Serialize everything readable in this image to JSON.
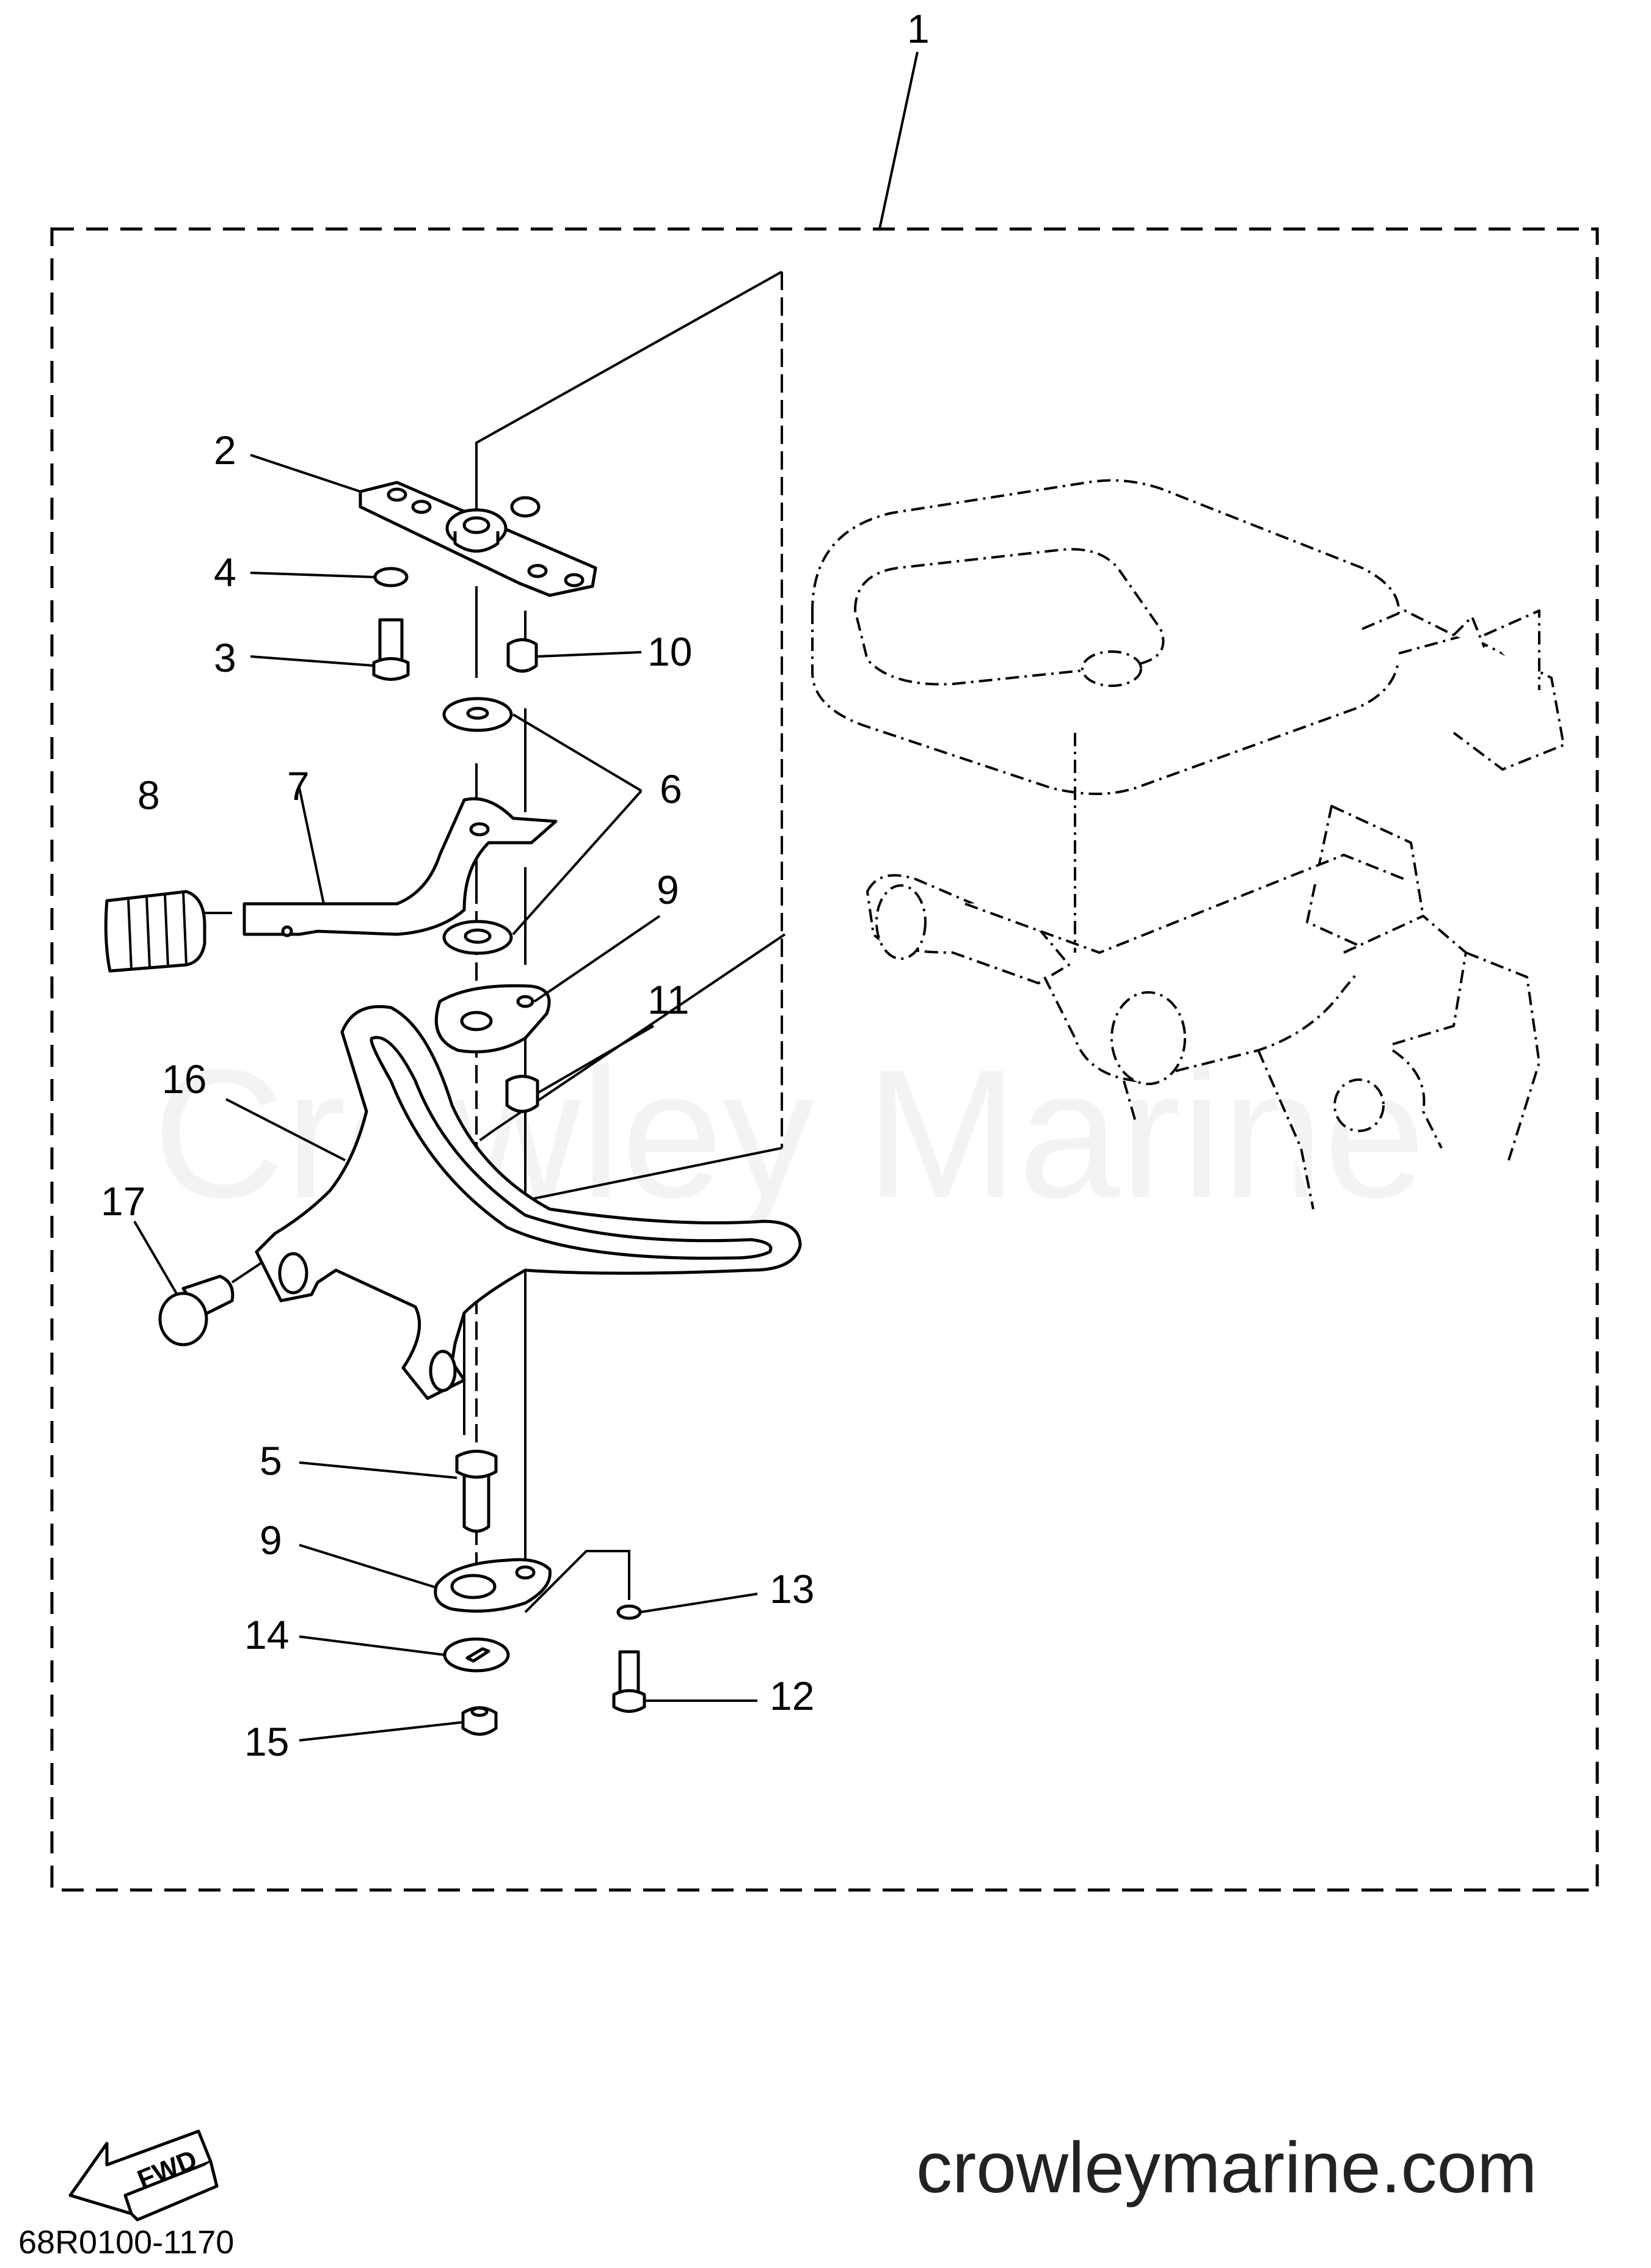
{
  "assembly_number": "1",
  "callouts": [
    {
      "id": "2",
      "text": "2"
    },
    {
      "id": "3",
      "text": "3"
    },
    {
      "id": "4",
      "text": "4"
    },
    {
      "id": "5",
      "text": "5"
    },
    {
      "id": "6",
      "text": "6"
    },
    {
      "id": "7",
      "text": "7"
    },
    {
      "id": "8",
      "text": "8"
    },
    {
      "id": "9a",
      "text": "9"
    },
    {
      "id": "9b",
      "text": "9"
    },
    {
      "id": "10",
      "text": "10"
    },
    {
      "id": "11",
      "text": "11"
    },
    {
      "id": "12",
      "text": "12"
    },
    {
      "id": "13",
      "text": "13"
    },
    {
      "id": "14",
      "text": "14"
    },
    {
      "id": "15",
      "text": "15"
    },
    {
      "id": "16",
      "text": "16"
    },
    {
      "id": "17",
      "text": "17"
    }
  ],
  "watermark": "Crowley Marine",
  "website": "crowleymarine.com",
  "diagram_code": "68R0100-1170",
  "fwd_label": "FWD",
  "icons": {
    "fwd": "fwd-arrow-icon"
  }
}
